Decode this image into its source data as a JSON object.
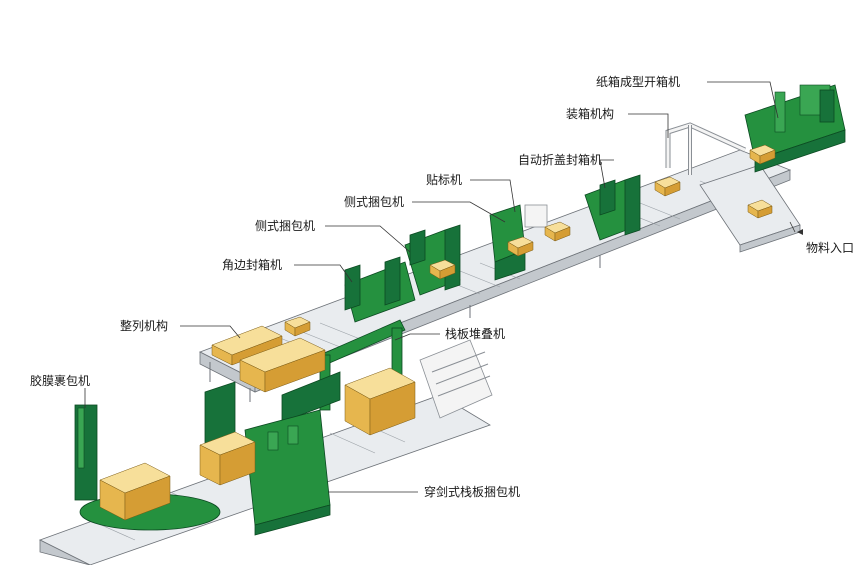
{
  "labels": {
    "carton_erector": "纸箱成型开箱机",
    "case_packer": "装箱机构",
    "top_folder_sealer": "自动折盖封箱机",
    "labeler": "贴标机",
    "side_strapper_2": "侧式捆包机",
    "side_strapper_1": "侧式捆包机",
    "corner_sealer": "角边封箱机",
    "aligner": "整列机构",
    "palletizer": "栈板堆叠机",
    "stretch_wrapper": "胶膜裹包机",
    "pallet_strapper": "穿剑式栈板捆包机",
    "material_inlet": "物料入口"
  },
  "colors": {
    "machine_green": "#25913f",
    "machine_dark": "#17723a",
    "conveyor": "#e9ecef",
    "carton": "#e6b64e"
  }
}
